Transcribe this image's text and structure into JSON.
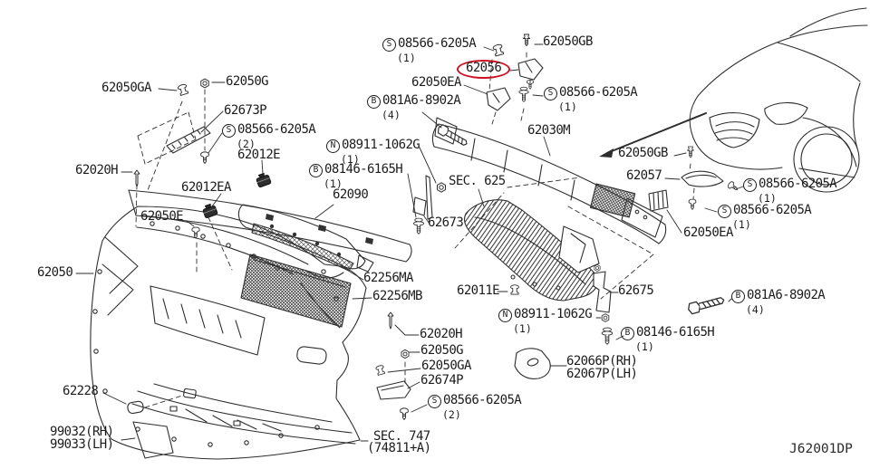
{
  "diagram": {
    "code": "J62001DP",
    "highlight_color": "#cc1122",
    "line_color": "#2e2e2e",
    "description": "Front bumper exploded parts diagram with vehicle front-end reference drawing"
  },
  "callouts": [
    {
      "prefix": "S",
      "number": "08566-6205A",
      "qty": "(1)"
    },
    {
      "number": "62050GB"
    },
    {
      "number": "62056",
      "highlighted": true
    },
    {
      "number": "62050EA"
    },
    {
      "prefix": "S",
      "number": "08566-6205A",
      "qty": "(1)"
    },
    {
      "prefix": "B",
      "number": "081A6-8902A",
      "qty": "(4)"
    },
    {
      "number": "62050GA"
    },
    {
      "number": "62050G"
    },
    {
      "number": "62673P"
    },
    {
      "prefix": "S",
      "number": "08566-6205A",
      "qty": "(2)"
    },
    {
      "number": "62012E"
    },
    {
      "number": "62020H"
    },
    {
      "number": "62012EA"
    },
    {
      "number": "62050E"
    },
    {
      "prefix": "N",
      "number": "08911-1062G",
      "qty": "(1)"
    },
    {
      "prefix": "B",
      "number": "08146-6165H",
      "qty": "(1)"
    },
    {
      "number": "62090"
    },
    {
      "number": "SEC. 625"
    },
    {
      "number": "62673"
    },
    {
      "number": "62030M"
    },
    {
      "number": "62050GB"
    },
    {
      "number": "62057"
    },
    {
      "prefix": "S",
      "number": "08566-6205A",
      "qty": "(1)"
    },
    {
      "prefix": "S",
      "number": "08566-6205A",
      "qty": "(1)"
    },
    {
      "number": "62050EA"
    },
    {
      "number": "62050"
    },
    {
      "number": "62256MA"
    },
    {
      "number": "62256MB"
    },
    {
      "number": "62011E"
    },
    {
      "number": "62675"
    },
    {
      "prefix": "B",
      "number": "081A6-8902A",
      "qty": "(4)"
    },
    {
      "prefix": "N",
      "number": "08911-1062G",
      "qty": "(1)"
    },
    {
      "prefix": "B",
      "number": "08146-6165H",
      "qty": "(1)"
    },
    {
      "number": "62020H"
    },
    {
      "number": "62050G"
    },
    {
      "number": "62050GA"
    },
    {
      "number": "62674P"
    },
    {
      "prefix": "S",
      "number": "08566-6205A",
      "qty": "(2)"
    },
    {
      "number": "62066P(RH)"
    },
    {
      "number": "62067P(LH)"
    },
    {
      "number": "62228"
    },
    {
      "number": "99032(RH)"
    },
    {
      "number": "99033(LH)"
    },
    {
      "number": "SEC. 747"
    },
    {
      "number": "(74811+A)"
    }
  ]
}
